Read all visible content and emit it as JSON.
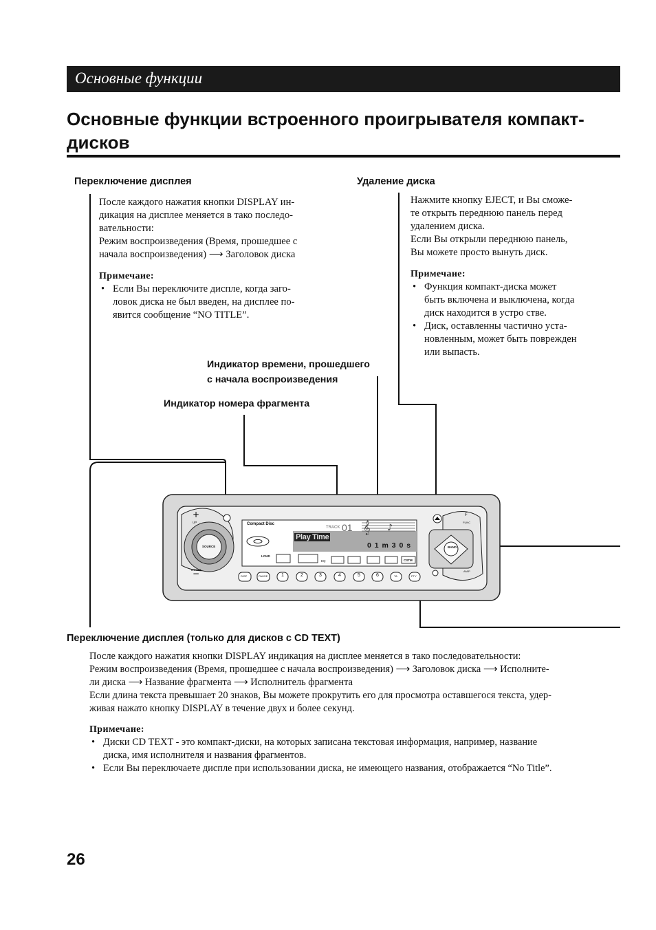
{
  "banner": "Основные функции",
  "title": "Основные функции встроенного проигрывателя компакт-дисков",
  "left_section": {
    "heading": "Переключение дисплея",
    "lines": [
      "После каждого нажатия кнопки DISPLAY ин-",
      "дикация на дисплее меняется в тако последо-",
      "вательности:",
      "Режим воспроизведения (Время, прошедшее с",
      "начала воспроизведения) ⟶ Заголовок диска"
    ],
    "note_label": "Примечаие:",
    "note_lines": [
      "Если Вы переключите дисплe, когда заго-",
      "ловок диска не был введен, на дисплее по-",
      "явится сообщение “NO TITLE”."
    ]
  },
  "right_section": {
    "heading": "Удаление диска",
    "lines": [
      "Нажмите кнопку EJECT, и Вы сможе-",
      "те открыть переднюю панель перед",
      "удалением диска.",
      "Если Вы открыли переднюю панель,",
      "Вы можете просто вынуть диск."
    ],
    "note_label": "Примечаие:",
    "bullet1": [
      "Функция компакт-диска может",
      "быть включена и выключена, когда",
      "диск находится в устро стве."
    ],
    "bullet2": [
      "Диск, оставленны частично уста-",
      "новленным, может быть поврежден",
      "или выпасть."
    ]
  },
  "labels": {
    "elapsed_1": "Индикатор времени, прошедшего",
    "elapsed_2": "с начала воспроизведения",
    "track": "Индикатор номера фрагмента"
  },
  "device": {
    "compact_disc": "Compact Disc",
    "track_label": "TRACK",
    "track_num": "01",
    "play_time": "Play Time",
    "time": "0 1 m 3 0 s",
    "up": "UP",
    "down": "DOWN",
    "source": "SOURCE",
    "loud": "LOUD",
    "eq": "EQ",
    "cstm": "CSTM",
    "f_label": "F",
    "func": "FUNC",
    "band": "BAND",
    "amp": "AM/P",
    "buttons": [
      "DISP",
      "PAUSE",
      "1",
      "2",
      "3",
      "4",
      "5",
      "6",
      "TA",
      "PTY"
    ]
  },
  "bottom_section": {
    "heading": "Переключение дисплея (только для дисков с CD TEXT)",
    "lines": [
      "После каждого нажатия кнопки DISPLAY индикация на дисплее меняется в тако последовательности:",
      "Режим воспроизведения (Время, прошедшее с начала воспроизведения) ⟶ Заголовок диска ⟶ Исполните-",
      "ли диска ⟶ Название фрагмента ⟶ Исполнитель фрагмента",
      "Если длина текста превышает 20 знаков, Вы можете прокрутить его для просмотра оставшегося текста, удер-",
      "живая нажато кнопку DISPLAY в течение двух и более секунд."
    ],
    "note_label": "Примечаие:",
    "bullet1": [
      "Диски CD TEXT - это компакт-диски, на которых записана текстовая информация, например, название",
      "диска, имя исполнителя и названия фрагментов."
    ],
    "bullet2": "Если Вы переключаете дисплe при использовании диска, не имеющего названия, отображается “No Title”."
  },
  "page_number": "26"
}
